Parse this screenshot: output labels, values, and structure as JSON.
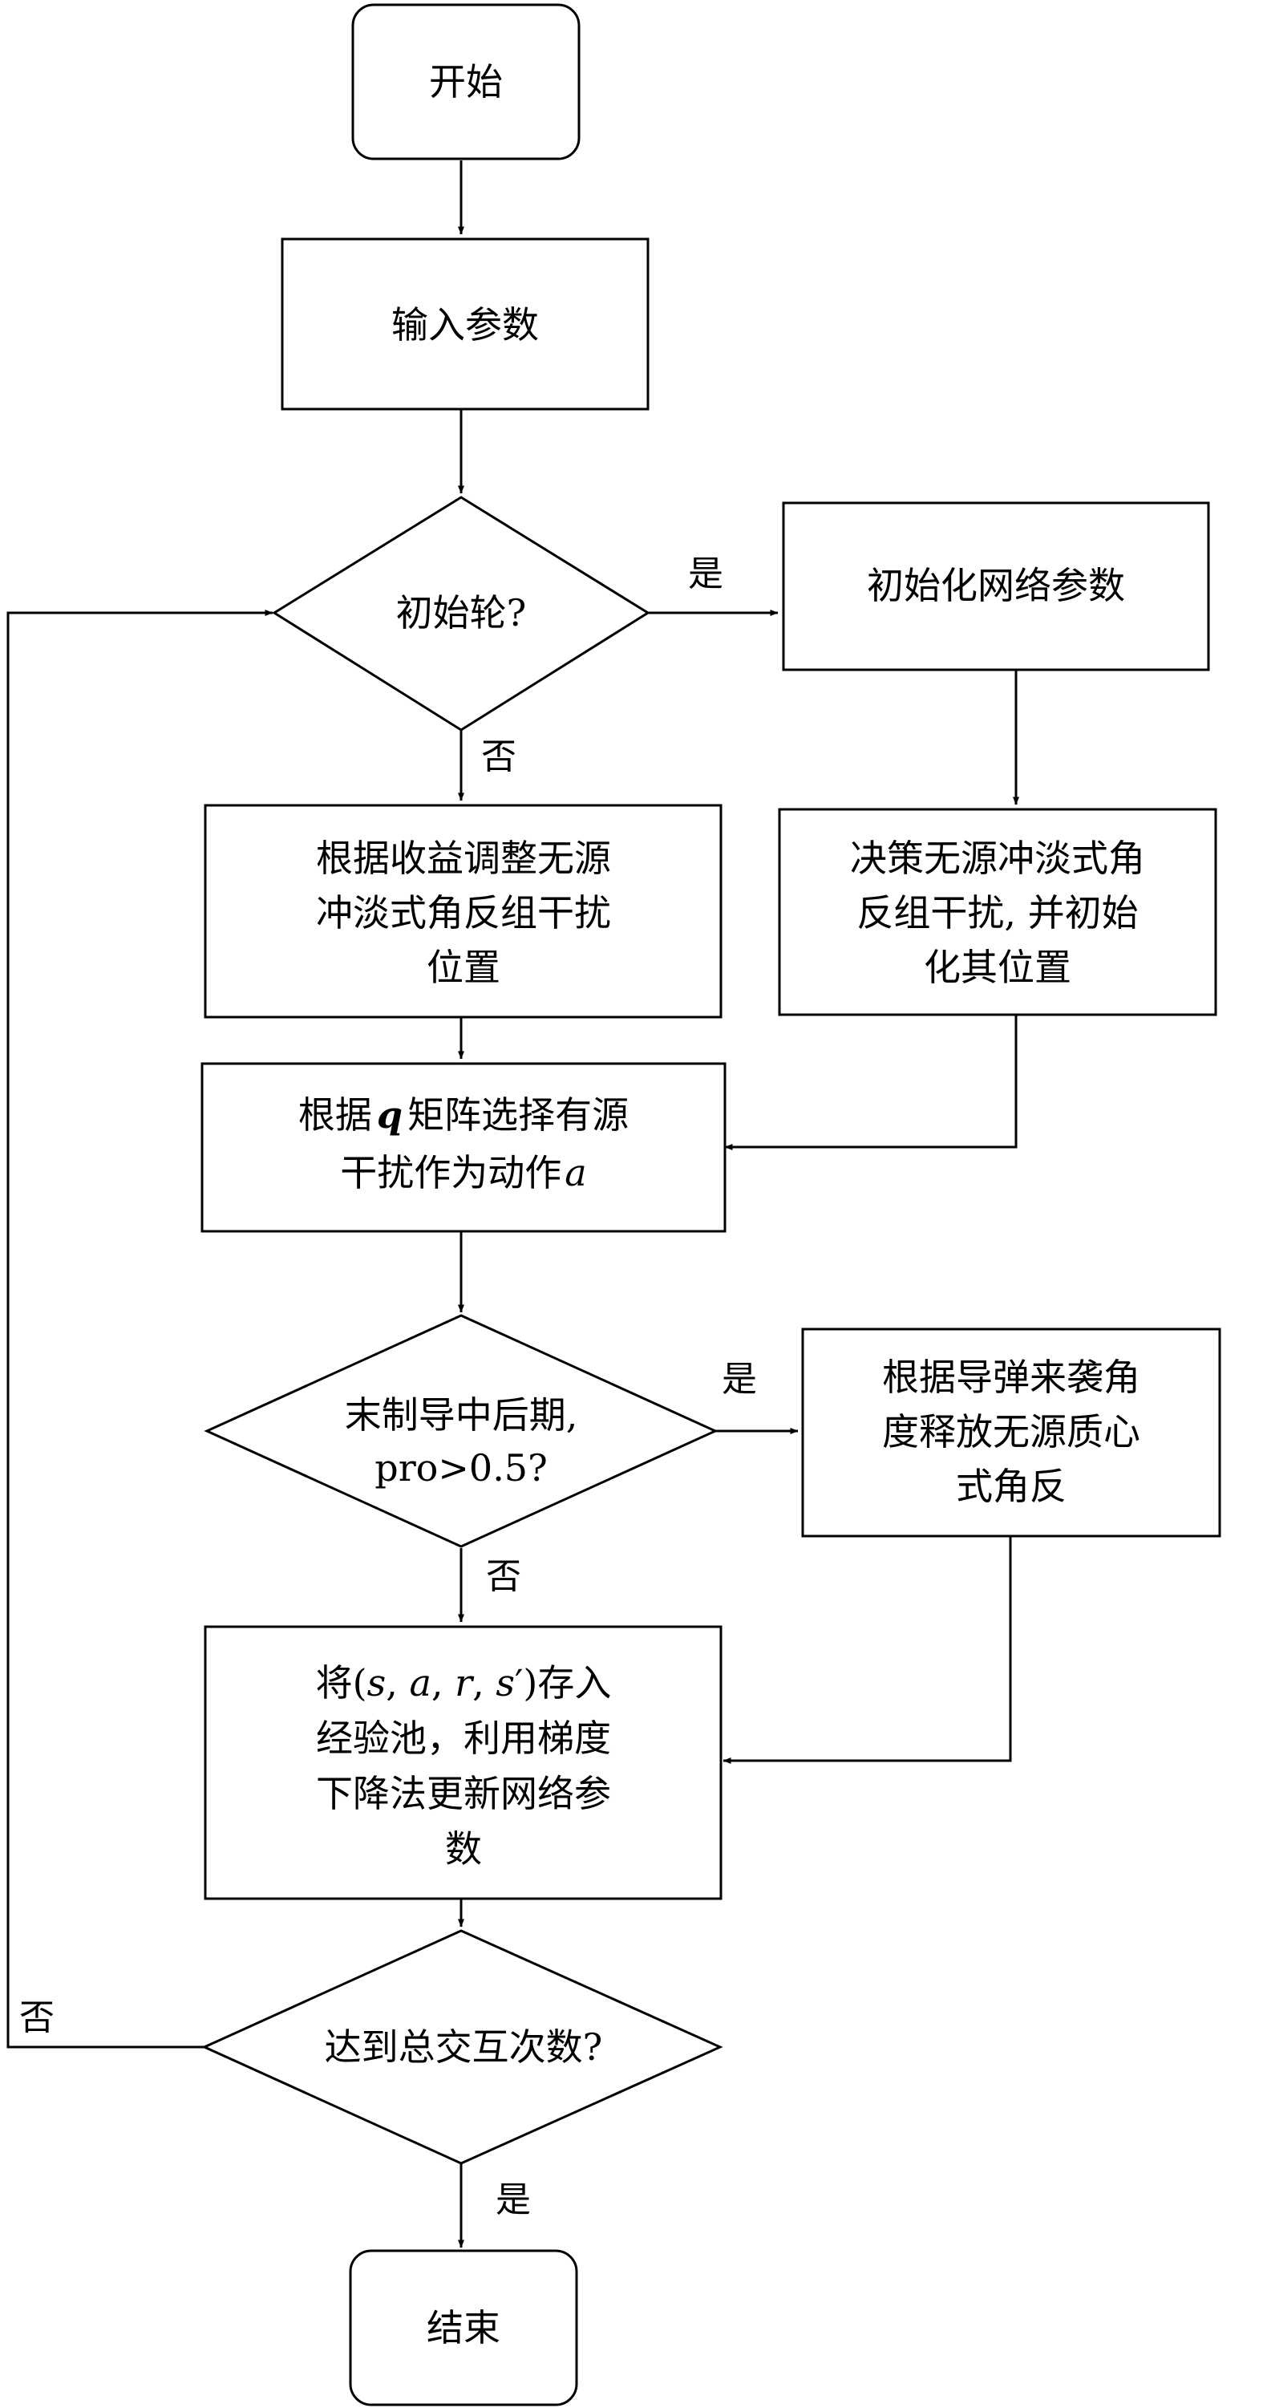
{
  "nodes": {
    "start": {
      "label": "开始"
    },
    "input": {
      "label": "输入参数"
    },
    "first_round": {
      "label": "初始轮?"
    },
    "init_net": {
      "label": "初始化网络参数"
    },
    "adjust": {
      "line1": "根据收益调整无源",
      "line2": "冲淡式角反组干扰",
      "line3": "位置"
    },
    "decide": {
      "line1": "决策无源冲淡式角",
      "line2": "反组干扰, 并初始",
      "line3": "化其位置"
    },
    "select": {
      "line1_pre": "根据",
      "line1_q": "q",
      "line1_post": "矩阵选择有源",
      "line2_pre": "干扰作为动作",
      "line2_a": "a"
    },
    "terminal": {
      "line1": "末制导中后期,",
      "line2": "pro>0.5?"
    },
    "release": {
      "line1": "根据导弹来袭角",
      "line2": "度释放无源质心",
      "line3": "式角反"
    },
    "store": {
      "line1_pre": "将(",
      "line1_s": "s",
      "line1_c1": ", ",
      "line1_a": "a",
      "line1_c2": ", ",
      "line1_r": "r",
      "line1_c3": ", ",
      "line1_s2": "s",
      "line1_post": "′)存入",
      "line2": "经验池，利用梯度",
      "line3": "下降法更新网络参",
      "line4": "数"
    },
    "reach": {
      "label": "达到总交互次数?"
    },
    "end": {
      "label": "结束"
    }
  },
  "edge_labels": {
    "first_yes": "是",
    "first_no": "否",
    "terminal_yes": "是",
    "terminal_no": "否",
    "reach_no": "否",
    "reach_yes": "是"
  }
}
